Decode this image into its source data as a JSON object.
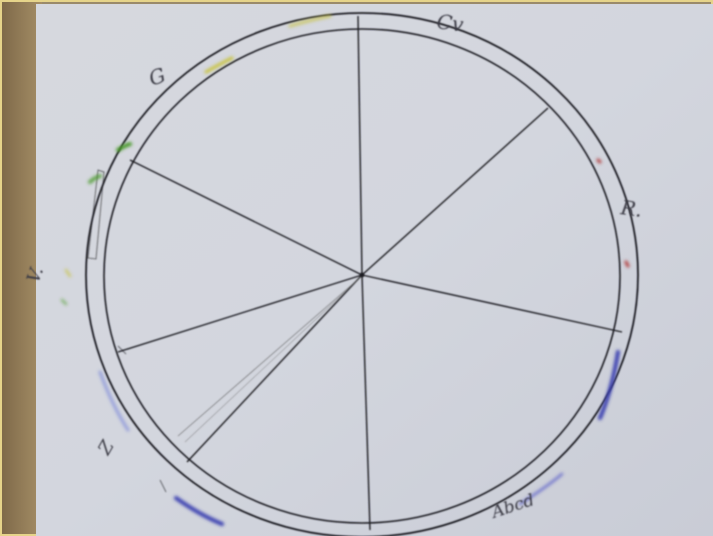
{
  "photo": {
    "subject": "hand-drawn circle divided into sectors on paper",
    "labels": [
      {
        "text": "Cv"
      },
      {
        "text": "G"
      },
      {
        "text": "R."
      },
      {
        "text": "V."
      },
      {
        "text": "Z"
      },
      {
        "text": "Abcd"
      }
    ],
    "colors": {
      "paper": "#d3d6de",
      "ink": "#1e1e24",
      "blue": "#3a3fb0",
      "green": "#4a9a2a",
      "yellow": "#c8c23a",
      "red": "#b03a3a",
      "left_strip": "#9d8560"
    }
  }
}
